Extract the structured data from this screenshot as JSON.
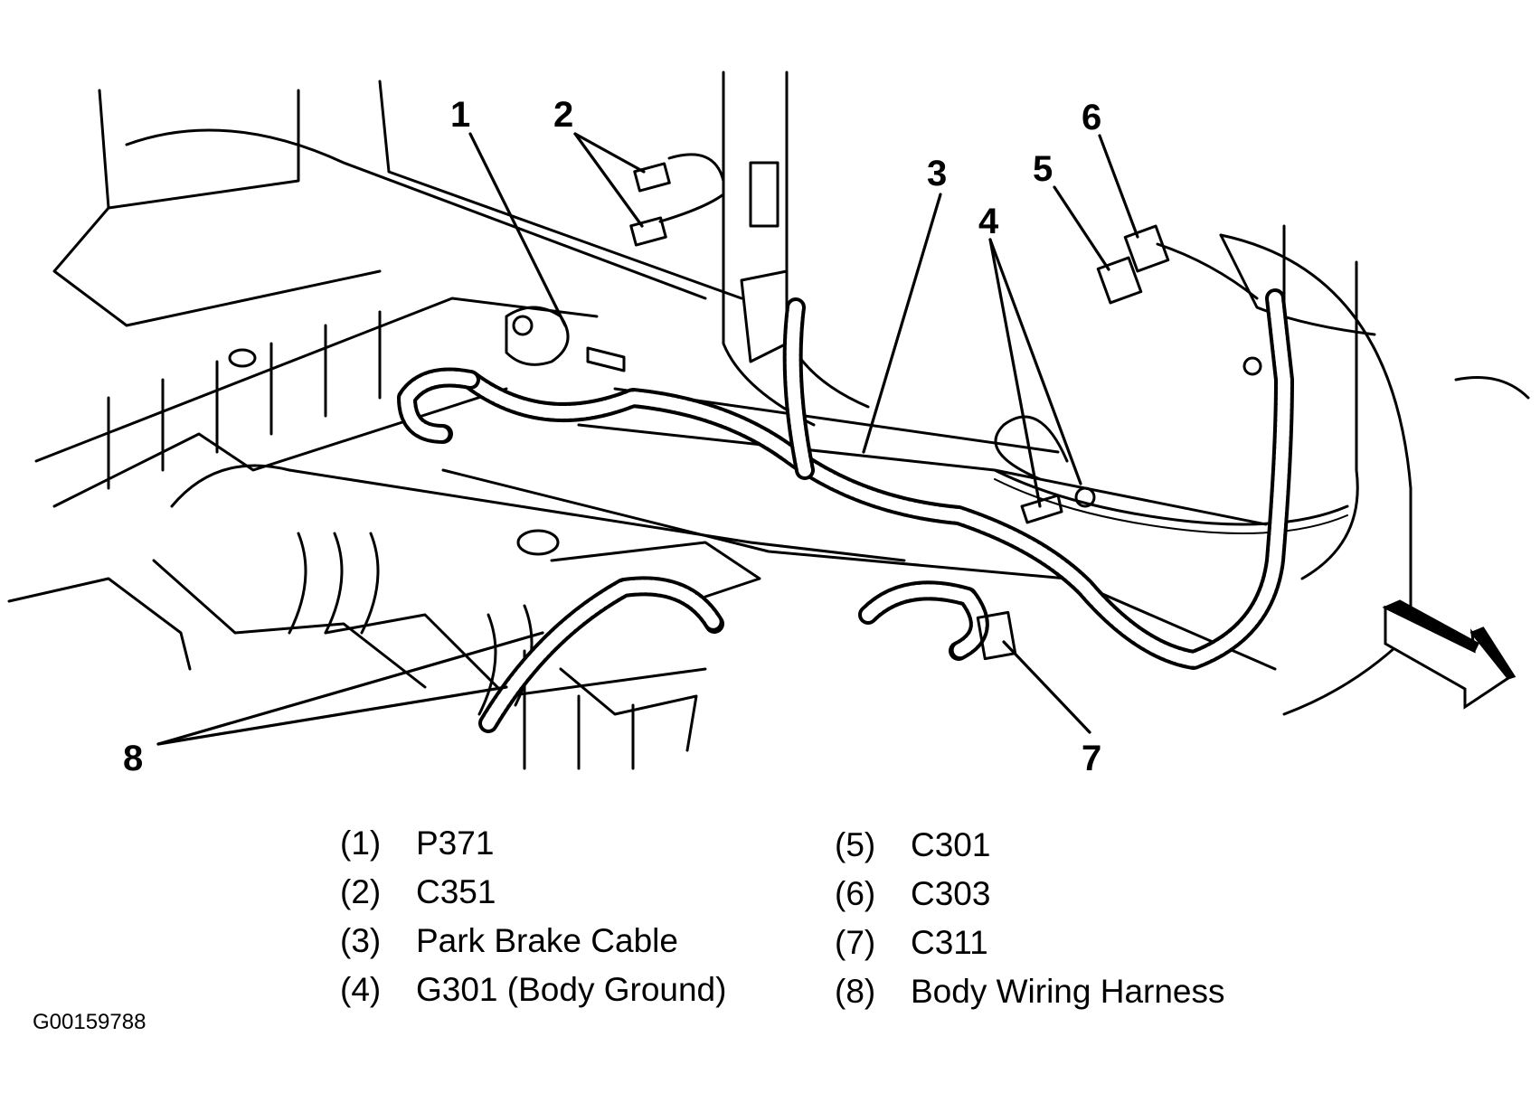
{
  "diagram": {
    "subject": "Body wiring harness routing - underbody / rear floor",
    "callouts": [
      {
        "number": "1"
      },
      {
        "number": "2"
      },
      {
        "number": "3"
      },
      {
        "number": "4"
      },
      {
        "number": "5"
      },
      {
        "number": "6"
      },
      {
        "number": "7"
      },
      {
        "number": "8"
      }
    ],
    "direction_arrow": "front-of-vehicle-arrow"
  },
  "legend": {
    "items": [
      {
        "number": "(1)",
        "label": "P371"
      },
      {
        "number": "(2)",
        "label": "C351"
      },
      {
        "number": "(3)",
        "label": "Park Brake Cable"
      },
      {
        "number": "(4)",
        "label": "G301 (Body Ground)"
      },
      {
        "number": "(5)",
        "label": "C301"
      },
      {
        "number": "(6)",
        "label": "C303"
      },
      {
        "number": "(7)",
        "label": "C311"
      },
      {
        "number": "(8)",
        "label": "Body Wiring Harness"
      }
    ]
  },
  "figure_id": "G00159788"
}
